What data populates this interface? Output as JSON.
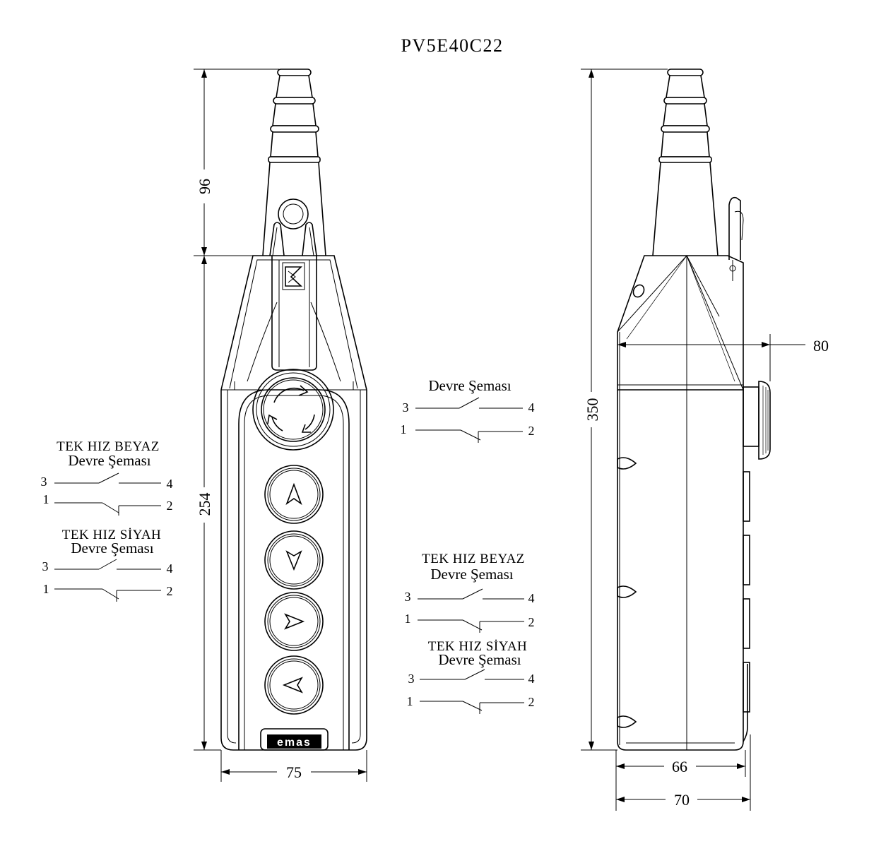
{
  "title": "PV5E40C22",
  "brand": "emas",
  "dimensions": {
    "head_height": "96",
    "body_height": "254",
    "front_width": "75",
    "total_height": "350",
    "side_depth": "80",
    "side_width_inner": "66",
    "side_width_outer": "70"
  },
  "schemes": {
    "left_white": {
      "line1": "TEK HIZ BEYAZ",
      "line2": "Devre Şeması"
    },
    "left_black": {
      "line1": "TEK HIZ SİYAH",
      "line2": "Devre Şeması"
    },
    "top": {
      "line2": "Devre Şeması"
    },
    "right_white": {
      "line1": "TEK HIZ BEYAZ",
      "line2": "Devre Şeması"
    },
    "right_black": {
      "line1": "TEK HIZ SİYAH",
      "line2": "Devre Şeması"
    }
  },
  "terminals": {
    "t1": "1",
    "t2": "2",
    "t3": "3",
    "t4": "4"
  },
  "buttons": [
    {
      "name": "emergency-stop",
      "symbol": "rotate-arrows-icon"
    },
    {
      "name": "up",
      "symbol": "arrow-up-icon"
    },
    {
      "name": "down",
      "symbol": "arrow-down-icon"
    },
    {
      "name": "right",
      "symbol": "arrow-right-icon"
    },
    {
      "name": "left",
      "symbol": "arrow-left-icon"
    }
  ]
}
